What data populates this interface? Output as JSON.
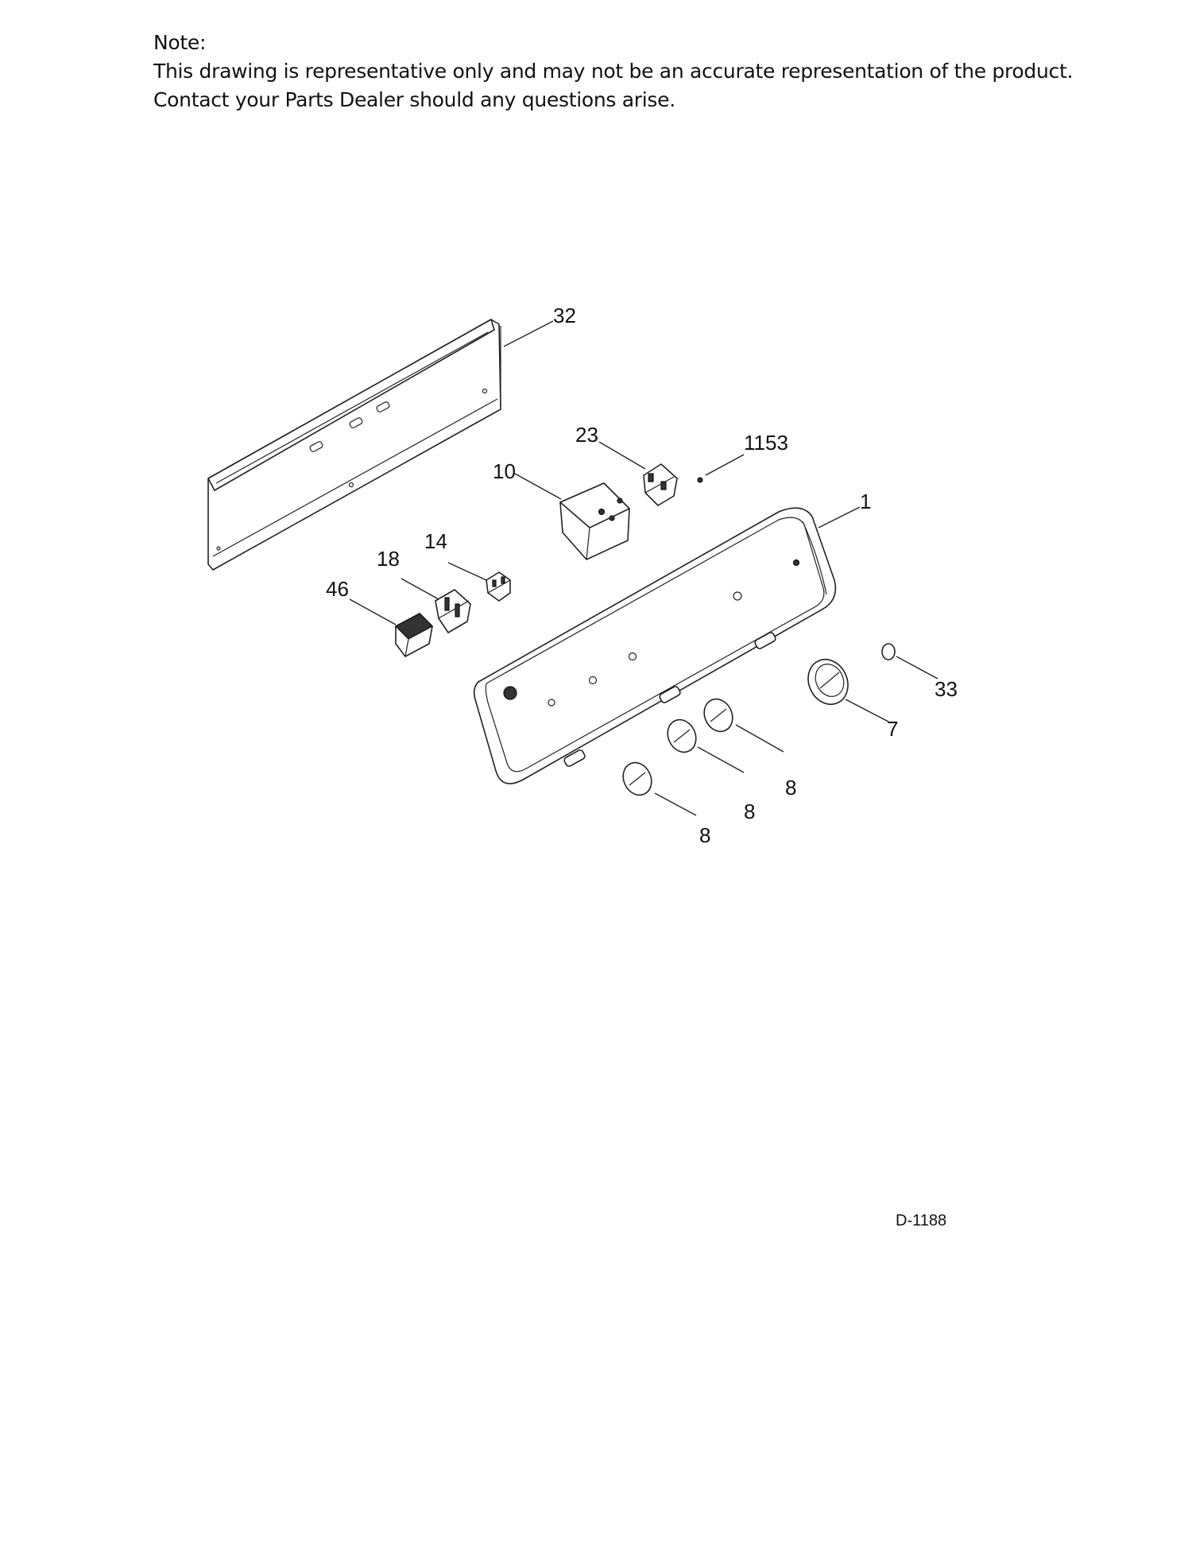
{
  "note": {
    "heading": "Note:",
    "line1": "This drawing is representative only and may not be an accurate representation of the product.",
    "line2": "Contact your Parts Dealer should any questions arise."
  },
  "callouts": [
    "32",
    "23",
    "1153",
    "10",
    "1",
    "14",
    "18",
    "46",
    "33",
    "7",
    "8",
    "8",
    "8"
  ],
  "drawing_code": "D-1188"
}
